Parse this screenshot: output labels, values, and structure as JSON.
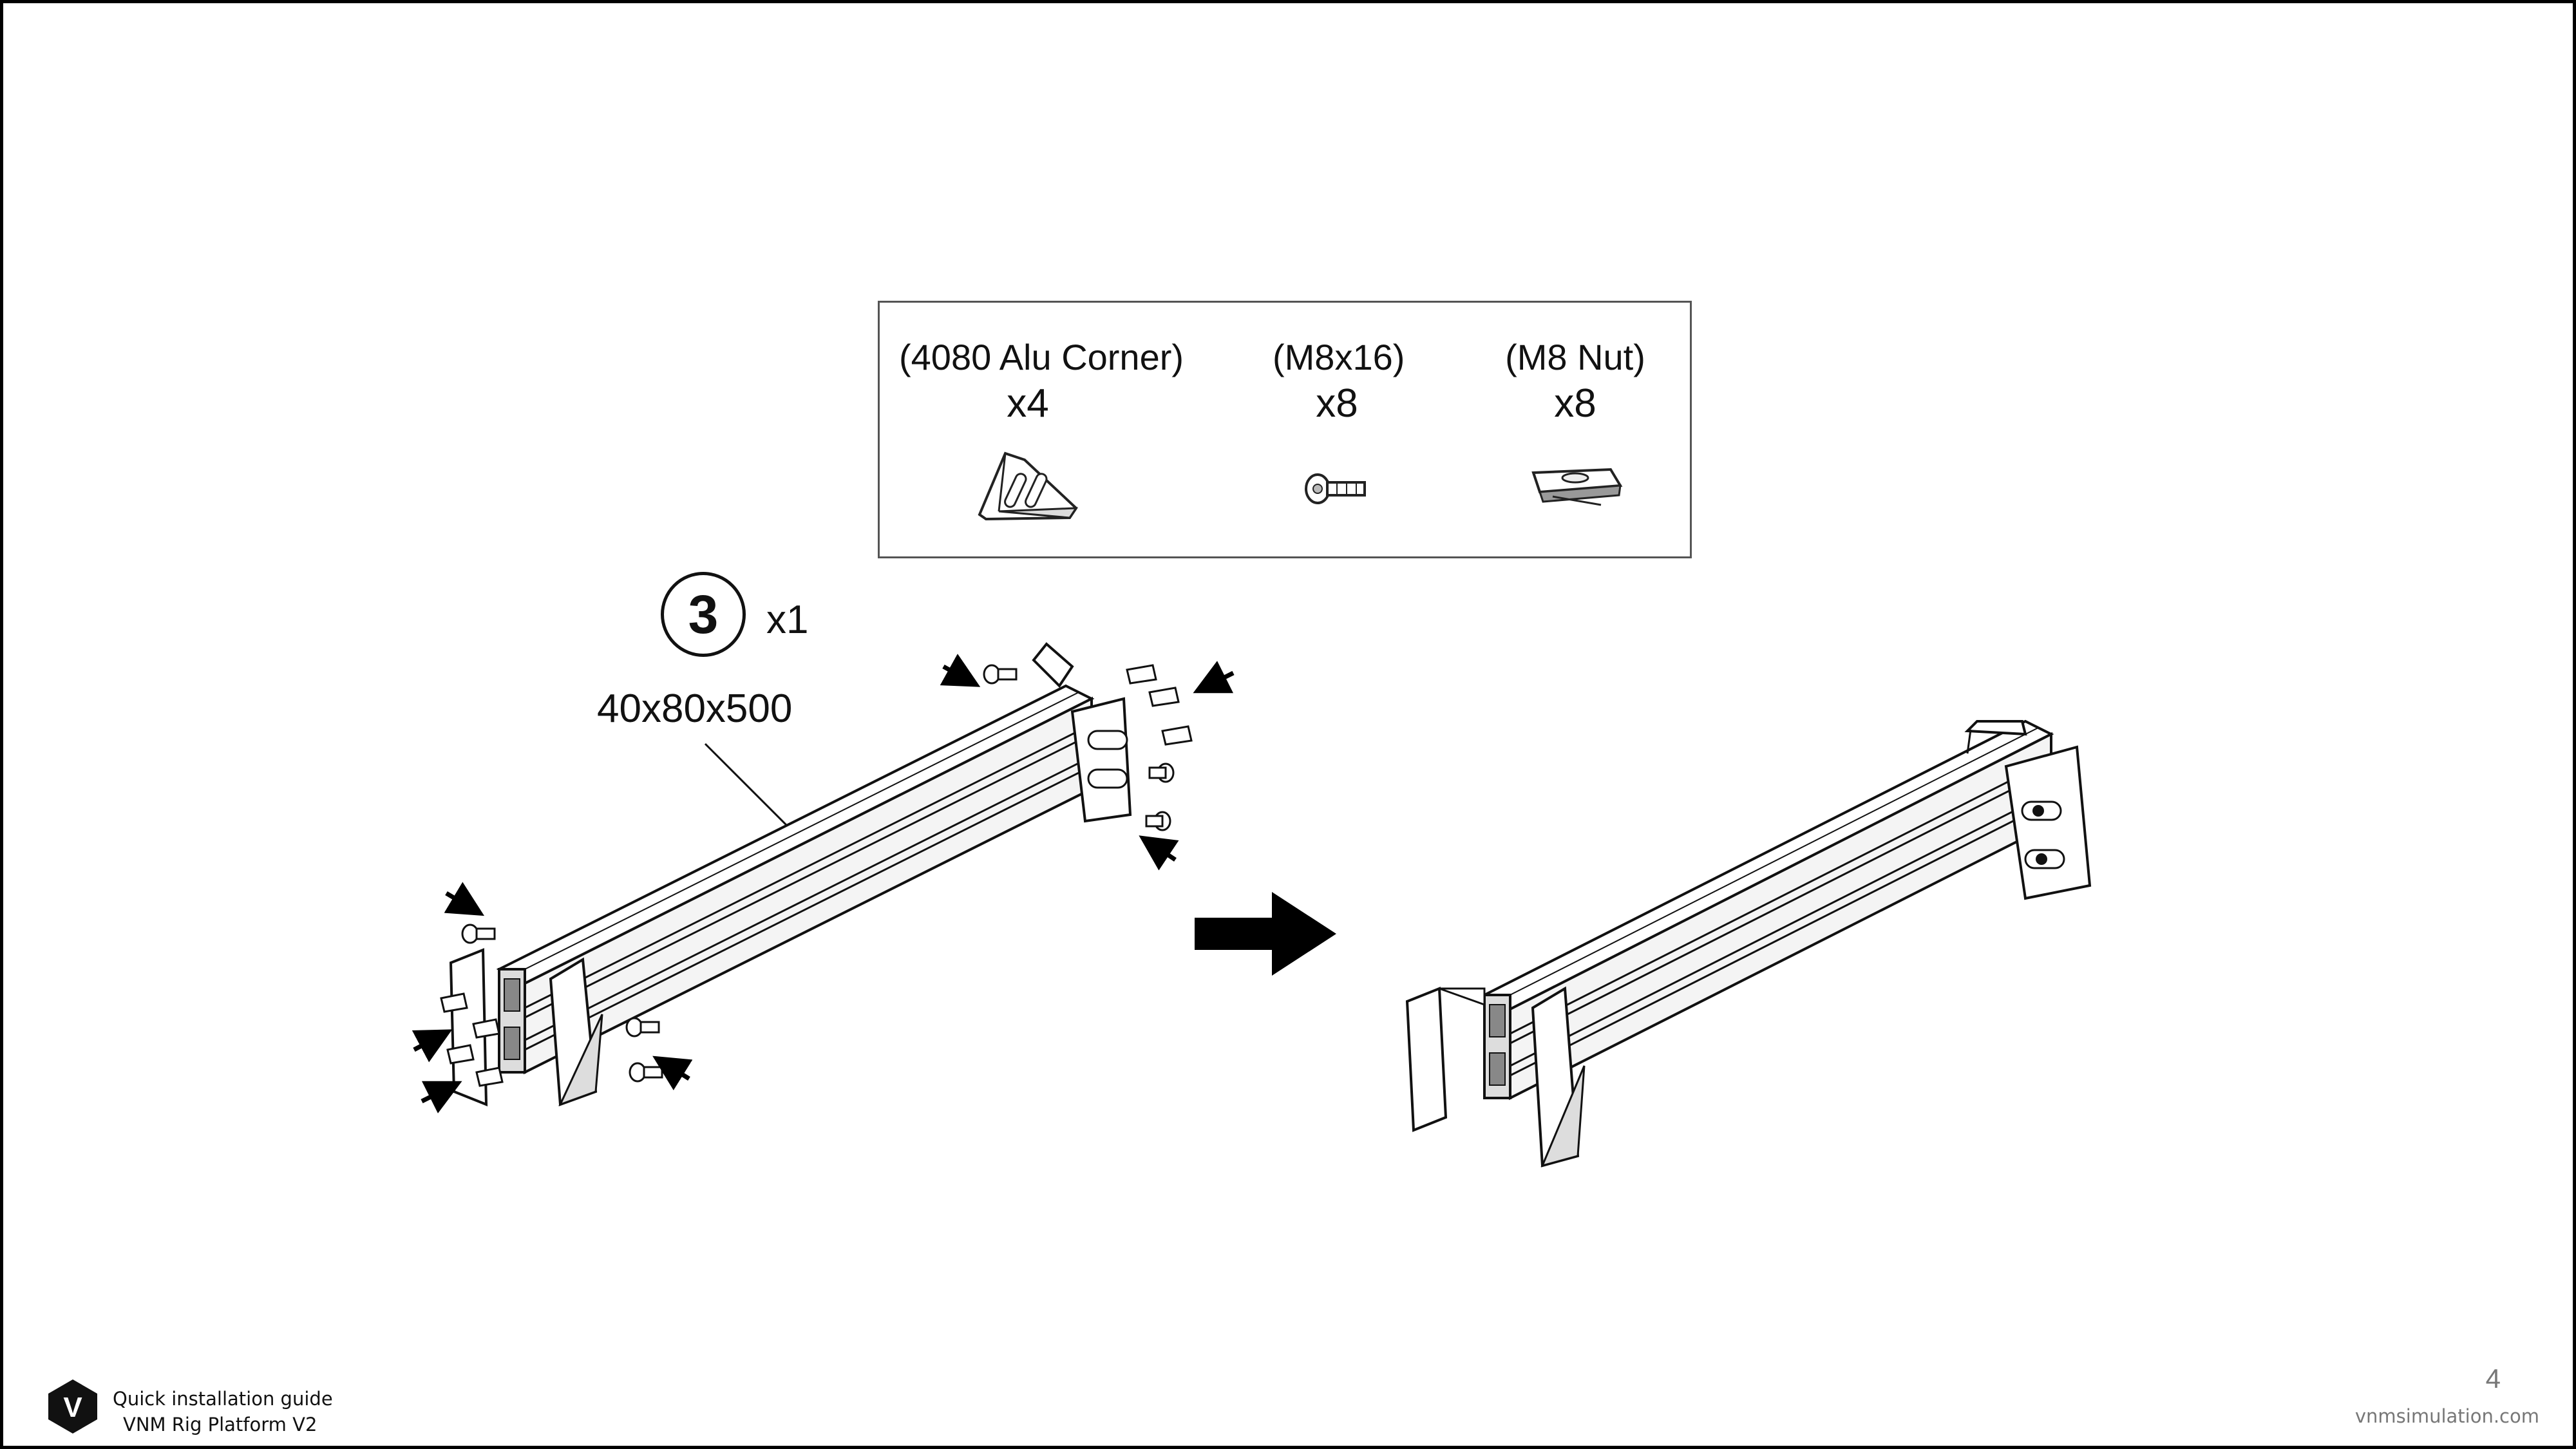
{
  "parts": [
    {
      "name": "(4080 Alu Corner)",
      "qty": "x4",
      "icon": "corner-bracket-icon"
    },
    {
      "name": "(M8x16)",
      "qty": "x8",
      "icon": "bolt-icon"
    },
    {
      "name": "(M8 Nut)",
      "qty": "x8",
      "icon": "t-nut-icon"
    }
  ],
  "step": {
    "number": "3",
    "qty": "x1",
    "profile": "40x80x500"
  },
  "footer": {
    "guide_line1": "Quick installation guide",
    "guide_line2": "VNM Rig Platform V2",
    "logo_letter": "V",
    "page_number": "4",
    "website": "vnmsimulation.com"
  }
}
